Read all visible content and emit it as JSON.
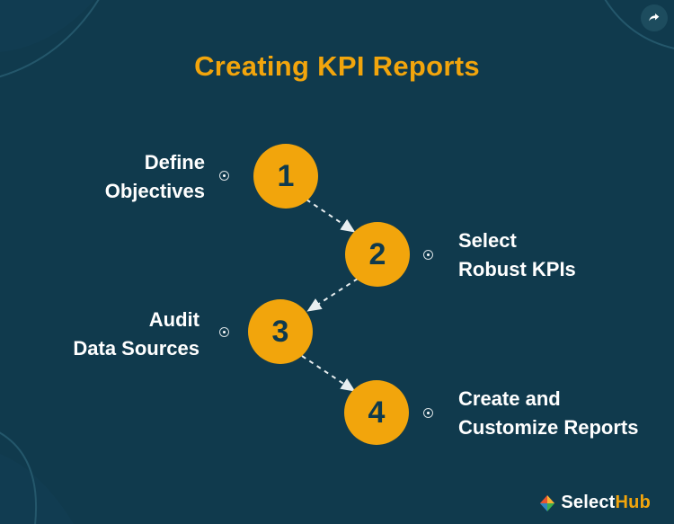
{
  "title": "Creating KPI Reports",
  "steps": [
    {
      "number": "1",
      "line1": "Define",
      "line2": "Objectives"
    },
    {
      "number": "2",
      "line1": "Select",
      "line2": "Robust KPIs"
    },
    {
      "number": "3",
      "line1": "Audit",
      "line2": "Data Sources"
    },
    {
      "number": "4",
      "line1": "Create and",
      "line2": "Customize Reports"
    }
  ],
  "brand": {
    "select": "Select",
    "hub": "Hub"
  },
  "icons": {
    "share": "share-arrow-icon",
    "logo_mark": "selecthub-diamond-icon",
    "step_marker": "target-dot-icon"
  },
  "colors": {
    "background": "#103a4d",
    "accent": "#f2a50c",
    "circle_number": "#0f3a4d",
    "text": "#ffffff",
    "arrow": "#e8eef0"
  }
}
